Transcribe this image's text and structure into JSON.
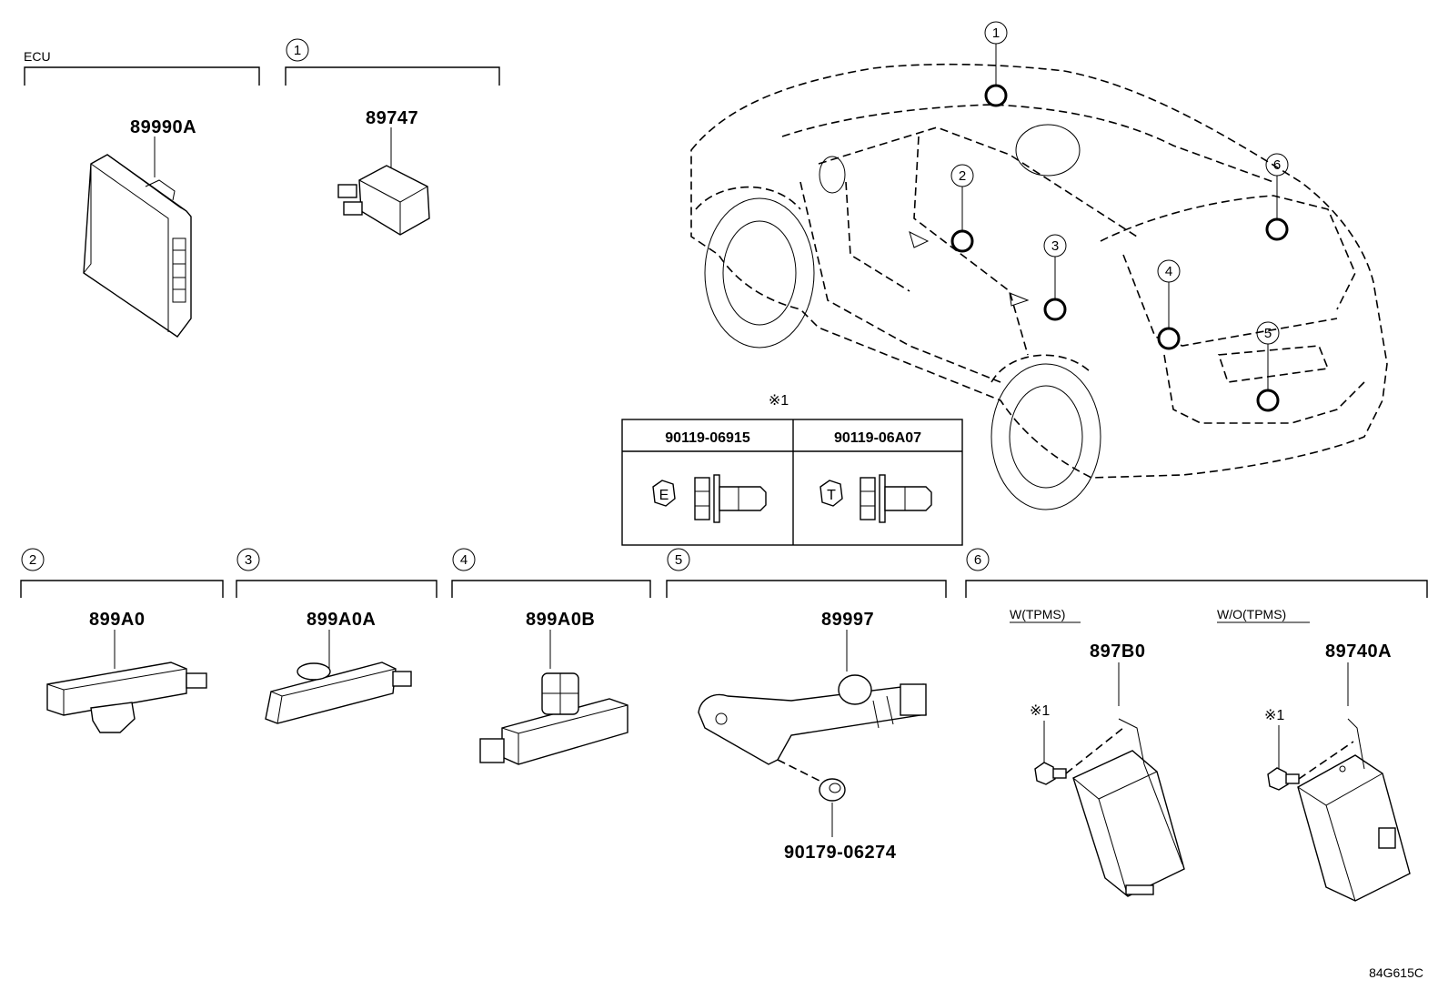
{
  "groups": {
    "ecu": {
      "header": "ECU",
      "part": "89990A"
    },
    "g1": {
      "num": "1",
      "part": "89747"
    },
    "g2": {
      "num": "2",
      "part": "899A0"
    },
    "g3": {
      "num": "3",
      "part": "899A0A"
    },
    "g4": {
      "num": "4",
      "part": "899A0B"
    },
    "g5": {
      "num": "5",
      "part": "89997",
      "nut": "90179-06274"
    },
    "g6": {
      "num": "6",
      "w_label": "W(TPMS)",
      "wo_label": "W/O(TPMS)",
      "w_part": "897B0",
      "wo_part": "89740A",
      "w_note": "※1",
      "wo_note": "※1"
    }
  },
  "bolt_table": {
    "note": "※1",
    "bolts": [
      {
        "part": "90119-06915",
        "head_mark": "E"
      },
      {
        "part": "90119-06A07",
        "head_mark": "T"
      }
    ]
  },
  "vehicle_callouts": [
    "1",
    "2",
    "3",
    "4",
    "5",
    "6"
  ],
  "figure_code": "84G615C"
}
